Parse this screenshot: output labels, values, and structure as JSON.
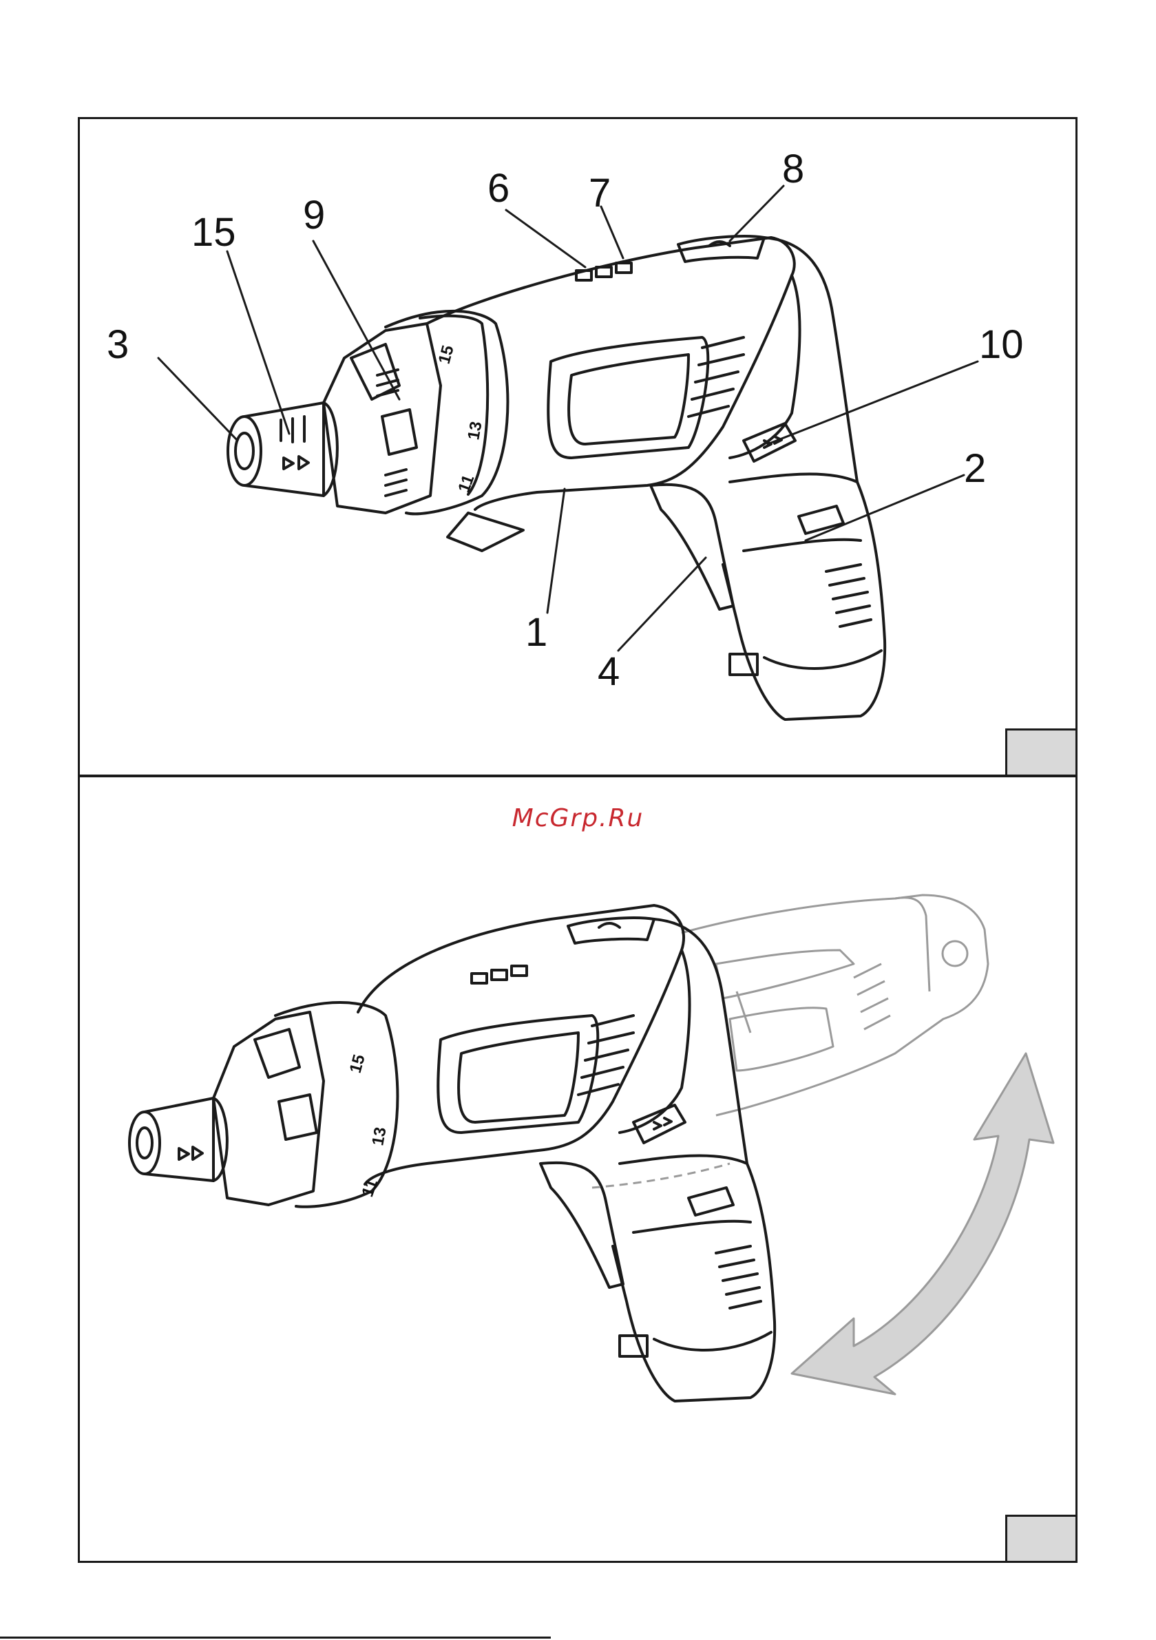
{
  "figure1": {
    "callouts": {
      "c1": "1",
      "c2": "2",
      "c3": "3",
      "c4": "4",
      "c6": "6",
      "c7": "7",
      "c8": "8",
      "c9": "9",
      "c10": "10",
      "c15": "15"
    },
    "dial_marks": {
      "m15": "15",
      "m13": "13",
      "m11": "11"
    },
    "corner_tab_label": ""
  },
  "figure2": {
    "dial_marks": {
      "m15": "15",
      "m13": "13",
      "m11": "11"
    },
    "corner_tab_label": ""
  },
  "watermark": "McGrp.Ru",
  "colors": {
    "line": "#1a1a1a",
    "tab_fill": "#d9d9d9",
    "arrow_fill": "#d4d4d4",
    "watermark": "#c8282f",
    "ghost_line": "#9a9a9a"
  }
}
